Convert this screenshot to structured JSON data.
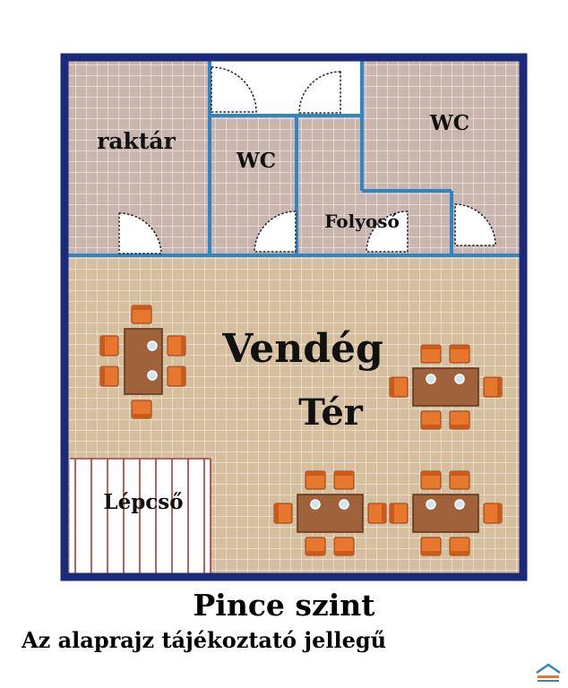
{
  "plan": {
    "rooms": {
      "storage": "raktár",
      "wc_middle": "WC",
      "wc_right": "WC",
      "corridor": "Folyosó",
      "guest_area_line1": "Vendég",
      "guest_area_line2": "Tér",
      "stairs": "Lépcső"
    },
    "title": "Pince szint",
    "subtitle": "Az alaprajz tájékoztató jellegű"
  },
  "colors": {
    "wall_outer": "#1c2a7a",
    "wall_inner": "#2f86c6",
    "tile_upper": "#c9b4ae",
    "tile_lower": "#d6bf9e",
    "grid_line": "#f3ece6",
    "chair": "#e8772e",
    "table": "#a0623a",
    "stair_line": "#a83b3b"
  }
}
